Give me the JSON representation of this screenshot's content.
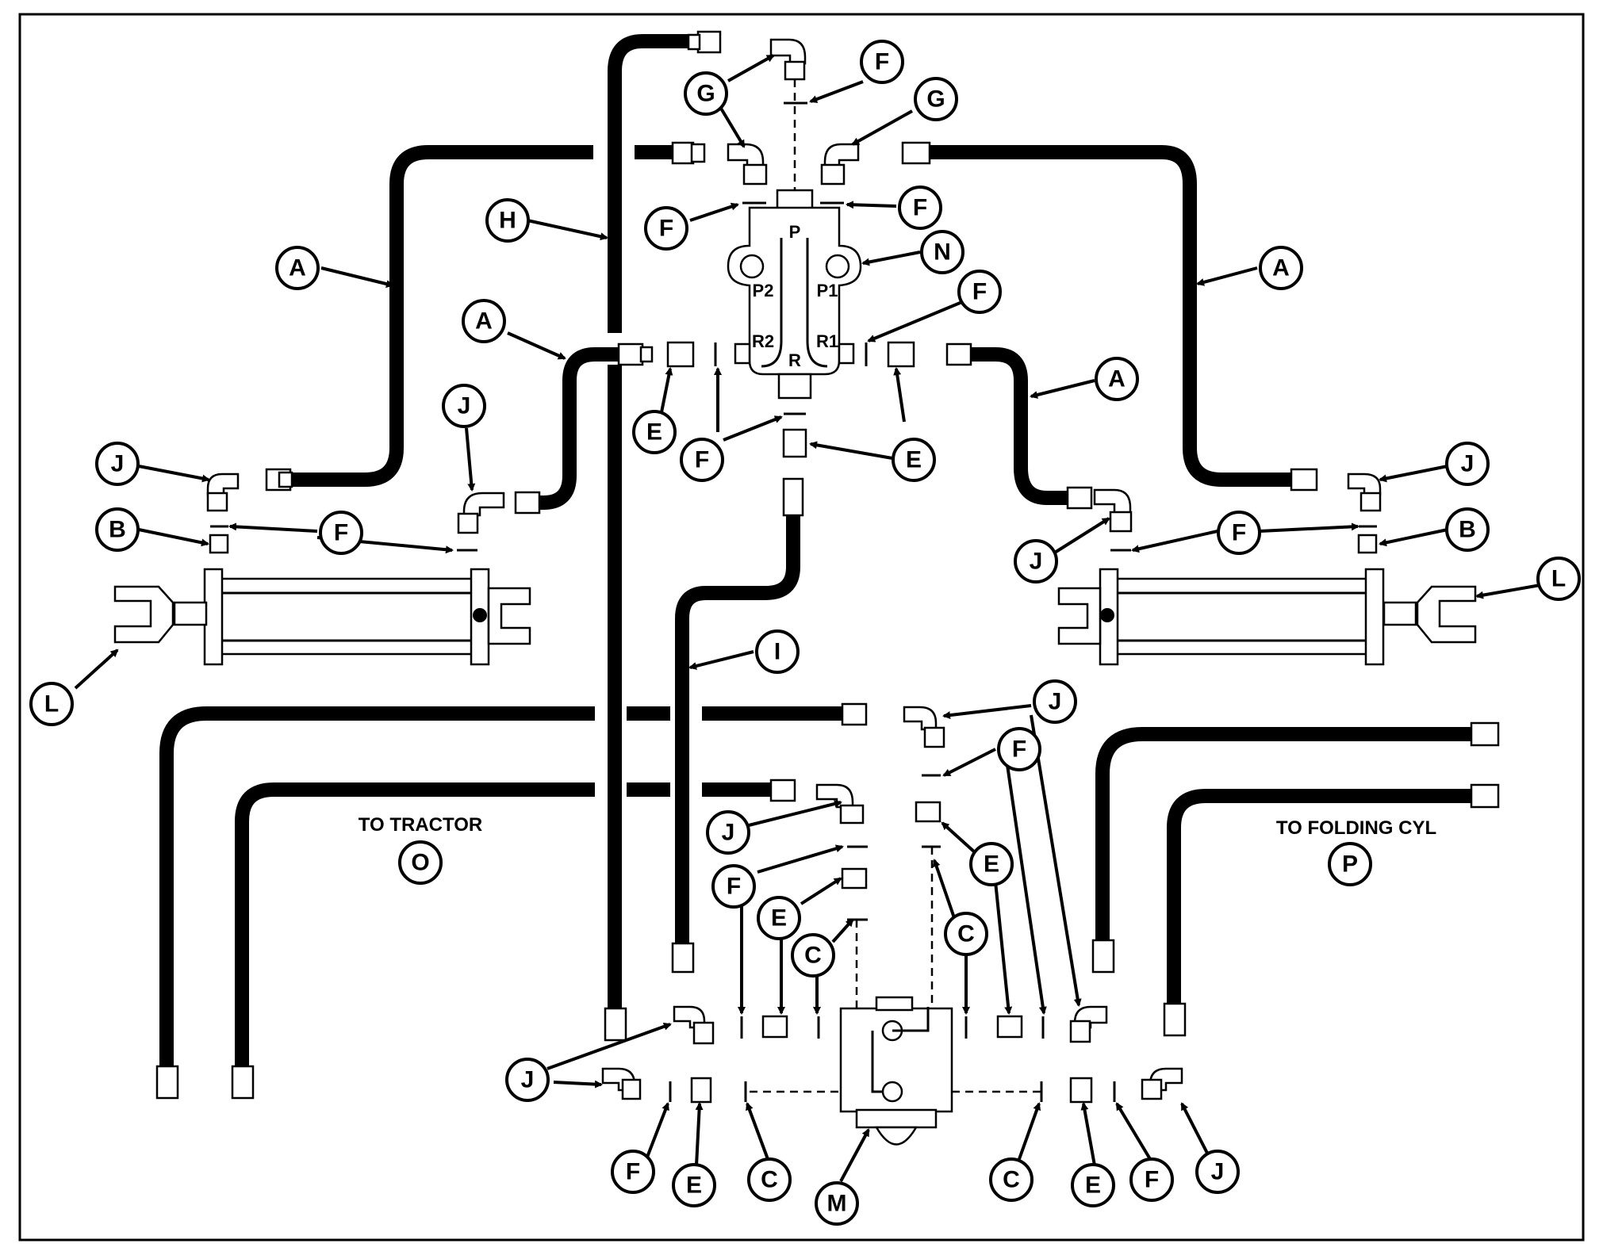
{
  "labels": {
    "to_tractor": "TO TRACTOR",
    "to_folding_cyl": "TO FOLDING CYL"
  },
  "ports": {
    "p": "P",
    "p1": "P1",
    "p2": "P2",
    "r": "R",
    "r1": "R1",
    "r2": "R2"
  },
  "callout_letters": {
    "a": "A",
    "b": "B",
    "c": "C",
    "e": "E",
    "f": "F",
    "g": "G",
    "h": "H",
    "i": "I",
    "j": "J",
    "l": "L",
    "m": "M",
    "n": "N",
    "o": "O",
    "p": "P"
  },
  "colors": {
    "ink": "#000000",
    "paper": "#ffffff"
  }
}
